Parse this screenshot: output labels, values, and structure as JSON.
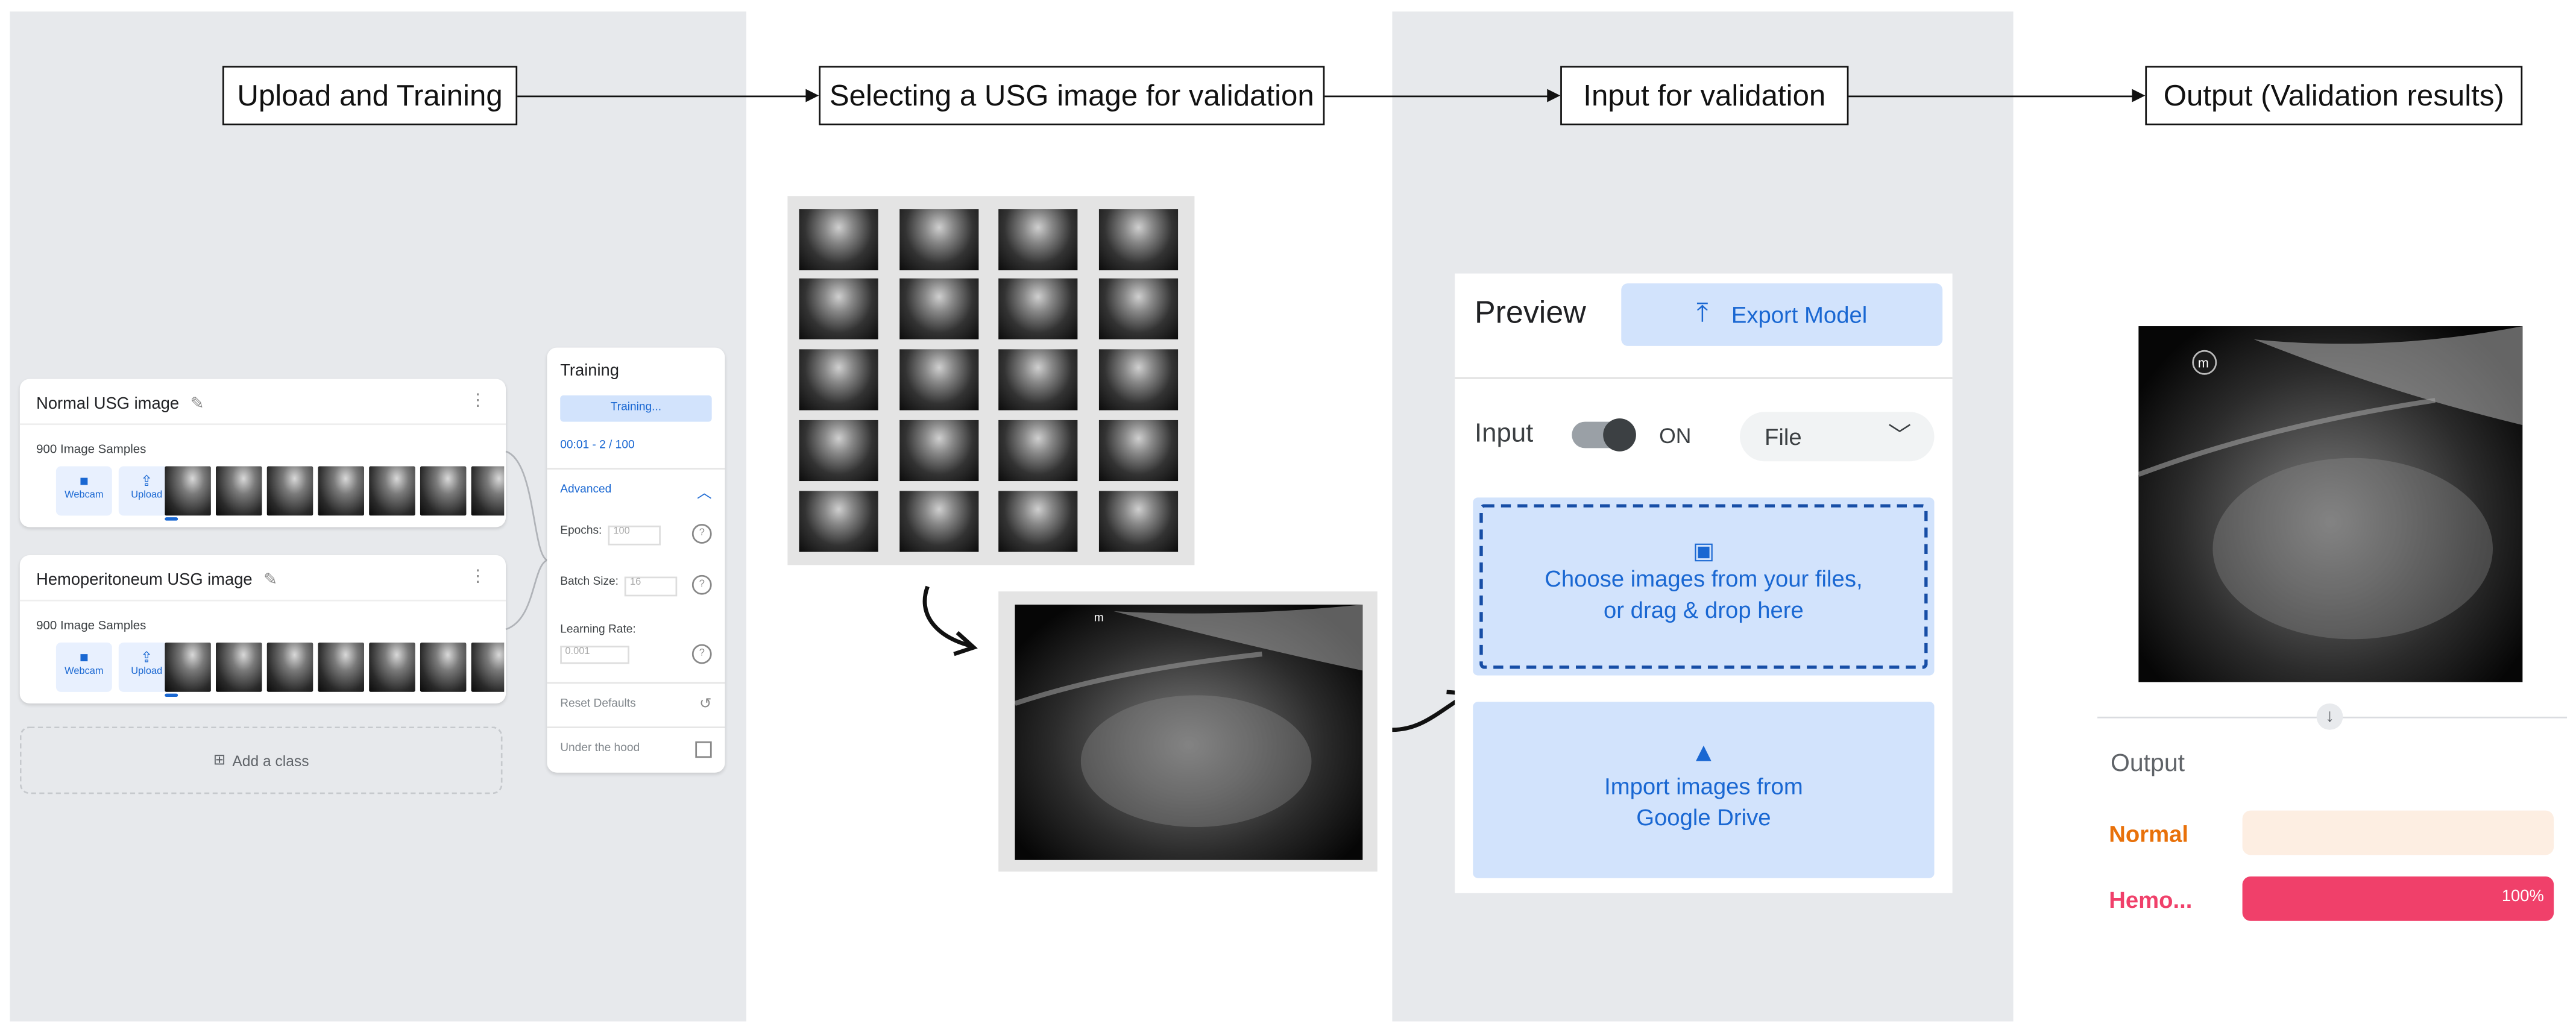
{
  "steps": {
    "step1": "Upload and Training",
    "step2": "Selecting a USG image for validation",
    "step3": "Input for validation",
    "step4": "Output (Validation results)"
  },
  "classes": [
    {
      "name": "Normal USG image",
      "samples": "900 Image Samples"
    },
    {
      "name": "Hemoperitoneum USG image",
      "samples": "900 Image Samples"
    }
  ],
  "sample_buttons": {
    "webcam": "Webcam",
    "upload": "Upload"
  },
  "add_class": "Add a class",
  "training": {
    "title": "Training",
    "button": "Training...",
    "progress": "00:01 - 2 / 100",
    "advanced": "Advanced",
    "epochs_label": "Epochs:",
    "epochs_value": "100",
    "batch_label": "Batch Size:",
    "batch_value": "16",
    "lr_label": "Learning Rate:",
    "lr_value": "0.001",
    "reset": "Reset Defaults",
    "hood": "Under the hood"
  },
  "preview": {
    "title": "Preview",
    "export": "Export Model",
    "input_label": "Input",
    "toggle_state": "ON",
    "source": "File",
    "drop_line1": "Choose images from your files,",
    "drop_line2": "or drag & drop here",
    "drive_line1": "Import images from",
    "drive_line2": "Google Drive"
  },
  "output": {
    "title": "Output",
    "results": [
      {
        "label": "Normal",
        "percent": 0,
        "color": "#e8710a",
        "bg": "#fdeee2"
      },
      {
        "label": "Hemo...",
        "percent": 100,
        "display": "100%",
        "color": "#f0406a",
        "bg": "#f0406a"
      }
    ]
  },
  "colors": {
    "panel_gray": "#e7e9ec",
    "accent_blue": "#1967d2",
    "light_blue": "#d2e3fc"
  }
}
